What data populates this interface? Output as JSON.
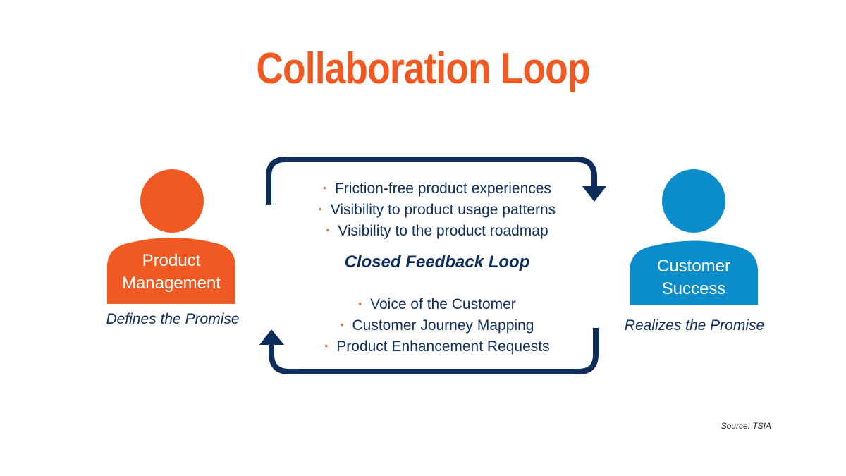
{
  "title": "Collaboration Loop",
  "colors": {
    "title": "#F05A22",
    "product_management": "#F05A22",
    "customer_success": "#0B8CCB",
    "arrow": "#0F2D5C",
    "text": "#0F2D5C",
    "bullet": "#E8703A"
  },
  "left_person": {
    "label_line1": "Product",
    "label_line2": "Management",
    "caption": "Defines the Promise",
    "icon": "person-icon"
  },
  "right_person": {
    "label_line1": "Customer",
    "label_line2": "Success",
    "caption": "Realizes the Promise",
    "icon": "person-icon"
  },
  "loop": {
    "title": "Closed Feedback Loop",
    "top_items": [
      "Friction-free product experiences",
      "Visibility to product usage patterns",
      "Visibility to the product roadmap"
    ],
    "bottom_items": [
      "Voice of the Customer",
      "Customer Journey Mapping",
      "Product Enhancement Requests"
    ],
    "bullet_glyph": "•"
  },
  "source": "Source: TSIA"
}
